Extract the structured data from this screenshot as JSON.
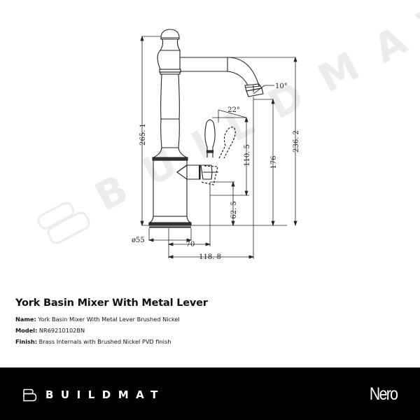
{
  "drawing": {
    "watermark": "BUILDMAT",
    "dimensions": {
      "overall_height": "265. 1",
      "spout_height": "236. 2",
      "outlet_height": "176",
      "lever_height": "110. 5",
      "lever_base_height": "62. 5",
      "base_diameter": "ø55",
      "lever_reach": "70",
      "spout_reach": "118. 8",
      "lever_angle": "22°",
      "aerator_angle": "10°"
    }
  },
  "product": {
    "title": "York Basin Mixer With Metal Lever",
    "specs": [
      {
        "label": "Name:",
        "value": "York Basin Mixer With Metal Lever Brushed Nickel"
      },
      {
        "label": "Model:",
        "value": "NR69210102BN"
      },
      {
        "label": "Finish:",
        "value": "Brass Internals with Brushed Nickel PVD finish"
      }
    ]
  },
  "footer": {
    "brand": "BUILDMAT",
    "partner": "Nero",
    "background": "#000000",
    "text_color": "#ffffff"
  }
}
